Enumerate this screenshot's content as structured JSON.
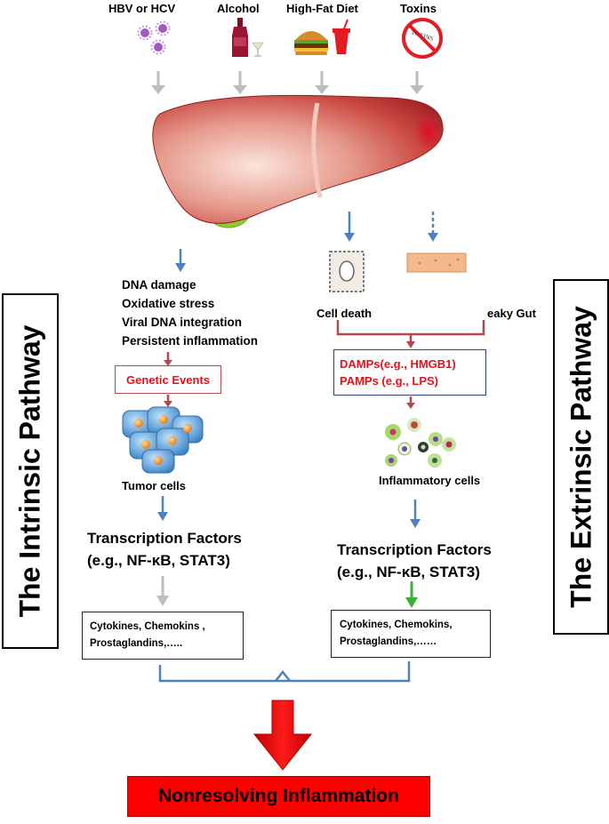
{
  "causes": {
    "hbv_hcv": "HBV or HCV",
    "alcohol": "Alcohol",
    "high_fat_diet": "High-Fat Diet",
    "toxins": "Toxins",
    "toxins_sign": "TOXINS"
  },
  "intrinsic": {
    "pathway_title": "The Intrinsic Pathway",
    "injuries": [
      "DNA damage",
      "Oxidative stress",
      "Viral DNA integration",
      "Persistent inflammation"
    ],
    "genetic_events": "Genetic Events",
    "tumor_cells": "Tumor cells",
    "tf_line1": "Transcription Factors",
    "tf_line2": "(e.g., NF-κB, STAT3)",
    "factors_line1": "Cytokines, Chemokins ,",
    "factors_line2": "Prostaglandins,….."
  },
  "extrinsic": {
    "pathway_title": "The Extrinsic Pathway",
    "cell_death": "Cell death",
    "leaky_gut": "eaky Gut",
    "damps": "DAMPs(e.g., HMGB1)",
    "pamps": "PAMPs (e.g., LPS)",
    "inflammatory_cells": "Inflammatory cells",
    "tf_line1": "Transcription Factors",
    "tf_line2": "(e.g., NF-κB, STAT3)",
    "factors_line1": "Cytokines, Chemokins,",
    "factors_line2": "Prostaglandins,……"
  },
  "outcome": "Nonresolving Inflammation",
  "colors": {
    "red_text": "#e8101a",
    "blue_arrow": "#4f81bd",
    "gray_arrow": "#bdbdbd",
    "green_arrow": "#3cb034",
    "bracket_red": "#b5474a",
    "outcome_bg": "#ff0000"
  }
}
